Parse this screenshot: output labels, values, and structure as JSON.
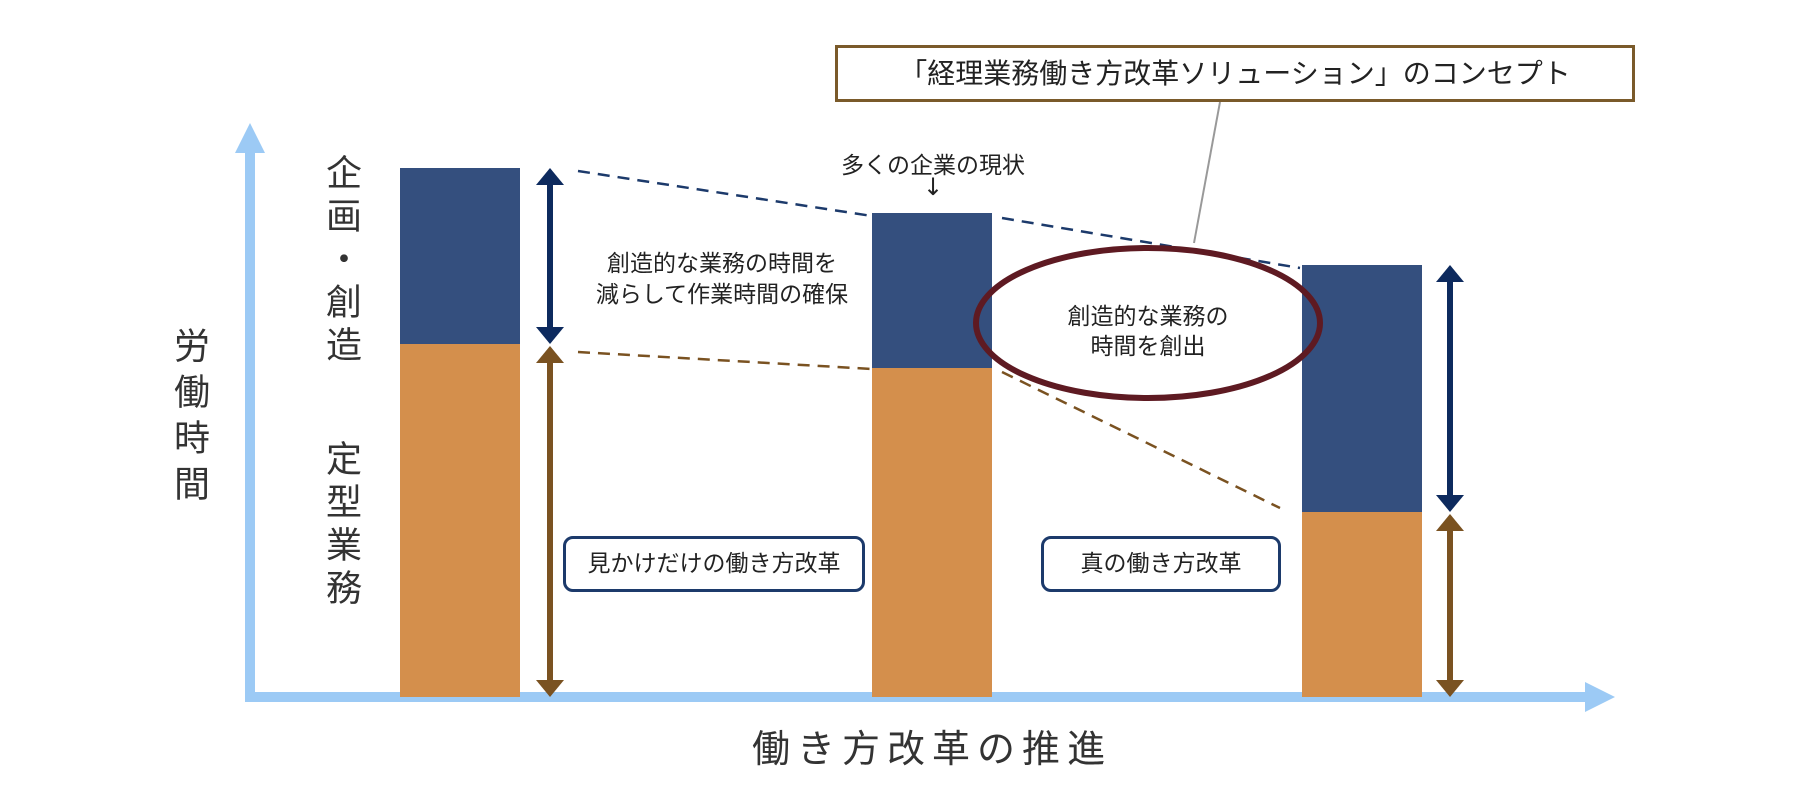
{
  "diagram": {
    "concept_title": "「経理業務働き方改革ソリューション」のコンセプト",
    "y_axis_label": "労働時間",
    "x_axis_label": "働き方改革の推進",
    "vertical_labels": {
      "creative": "企画・創造",
      "routine": "定型業務"
    },
    "current_state_label": "多くの企業の現状",
    "current_state_arrow": "↓",
    "secure_time_text": [
      "創造的な業務の時間を",
      "減らして作業時間の確保"
    ],
    "ellipse_text": [
      "創造的な業務の",
      "時間を創出"
    ],
    "apparent_reform_label": "見かけだけの働き方改革",
    "true_reform_label": "真の働き方改革"
  },
  "colors": {
    "creative_bar": "#344f7e",
    "routine_bar": "#d48f4c",
    "axis": "#9ccaf5",
    "navy_arrow": "#0d2a5e",
    "brown_arrow": "#7a5221",
    "ellipse": "#5e1a22",
    "concept_border": "#7a5a2a"
  }
}
